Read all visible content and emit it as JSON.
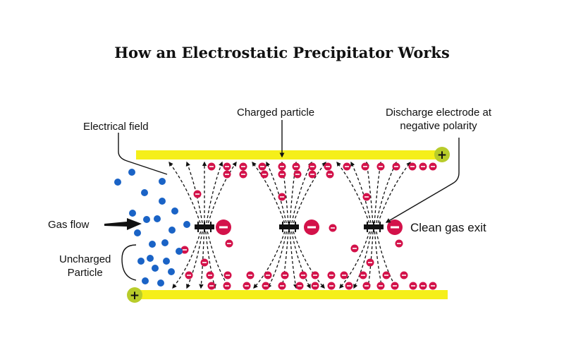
{
  "title": "How an Electrostatic Precipitator Works",
  "labels": {
    "electrical_field": "Electrical field",
    "charged_particle": "Charged particle",
    "discharge_line1": "Discharge electrode at",
    "discharge_line2": "negative polarity",
    "gas_flow": "Gas flow",
    "uncharged_line1": "Uncharged",
    "uncharged_line2": "Particle",
    "clean_gas_exit": "Clean gas exit"
  },
  "symbols": {
    "positive": "+",
    "negative": "−"
  },
  "colors": {
    "plate": "#f5ef1a",
    "plus_terminal": "#b8cc2a",
    "negative_charge": "#d3124a",
    "uncharged": "#1a63c6",
    "field_line": "#111111"
  }
}
